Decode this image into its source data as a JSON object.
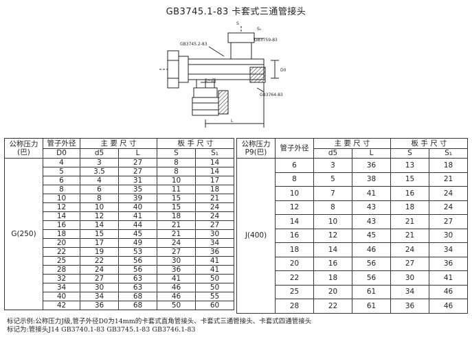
{
  "title": "GB3745.1-83  卡套式三通管接头",
  "drawing": {
    "labels": [
      "S",
      "S₁",
      "GB3745.2-83",
      "GB3759-83",
      "D0",
      "3~d5",
      "GB3764-83",
      "L"
    ]
  },
  "table_left": {
    "headers": {
      "pressure": "公称压力(巴)",
      "pipe_od": "管子外径",
      "pipe_od_sub": "D0",
      "main_dims": "主 要 尺 寸",
      "d5": "d5",
      "L": "L",
      "wrench": "板 手 尺 寸",
      "S": "S",
      "S1": "S₁"
    },
    "group": "G(250)",
    "rows": [
      [
        "4",
        "3",
        "27",
        "8",
        "14"
      ],
      [
        "5",
        "3.5",
        "27",
        "8",
        "14"
      ],
      [
        "6",
        "4",
        "31",
        "10",
        "17"
      ],
      [
        "8",
        "6",
        "35",
        "11",
        "18"
      ],
      [
        "10",
        "8",
        "39",
        "15",
        "21"
      ],
      [
        "12",
        "10",
        "40",
        "15",
        "24"
      ],
      [
        "14",
        "12",
        "41",
        "18",
        "24"
      ],
      [
        "16",
        "14",
        "44",
        "21",
        "27"
      ],
      [
        "18",
        "15",
        "45",
        "21",
        "30"
      ],
      [
        "20",
        "17",
        "49",
        "24",
        "34"
      ],
      [
        "22",
        "19",
        "53",
        "27",
        "36"
      ],
      [
        "25",
        "22",
        "56",
        "30",
        "41"
      ],
      [
        "28",
        "24",
        "56",
        "36",
        "41"
      ],
      [
        "32",
        "27",
        "63",
        "41",
        "50"
      ],
      [
        "34",
        "30",
        "63",
        "46",
        "50"
      ],
      [
        "40",
        "34",
        "68",
        "46",
        "55"
      ],
      [
        "42",
        "36",
        "68",
        "50",
        "60"
      ]
    ]
  },
  "table_right": {
    "headers": {
      "pressure": "公称压力P9(巴)",
      "pipe_od": "管子外径",
      "main_dims": "主 要 尺 寸",
      "d5": "d5",
      "L": "L",
      "wrench": "板 手 尺 寸",
      "S": "S",
      "S1": "S₁"
    },
    "group": "J(400)",
    "rows": [
      [
        "6",
        "3",
        "36",
        "13",
        "18"
      ],
      [
        "8",
        "5",
        "38",
        "15",
        "21"
      ],
      [
        "10",
        "7",
        "41",
        "16",
        "24"
      ],
      [
        "12",
        "8",
        "43",
        "18",
        "24"
      ],
      [
        "14",
        "10",
        "43",
        "21",
        "27"
      ],
      [
        "16",
        "12",
        "45",
        "21",
        "30"
      ],
      [
        "18",
        "14",
        "46",
        "24",
        "34"
      ],
      [
        "20",
        "16",
        "56",
        "27",
        "36"
      ],
      [
        "22",
        "18",
        "56",
        "30",
        "41"
      ],
      [
        "25",
        "20",
        "61",
        "34",
        "46"
      ],
      [
        "28",
        "22",
        "61",
        "36",
        "46"
      ]
    ]
  },
  "notes": {
    "line1": "标记示例:公称压力J级,管子外径D0为14mm的卡套式直角管接头、卡套式三通管接头、卡套式四通管接头",
    "line2": "标记为:管接头J14 GB3740.1-83    GB3745.1-83    GB3746.1-83"
  }
}
